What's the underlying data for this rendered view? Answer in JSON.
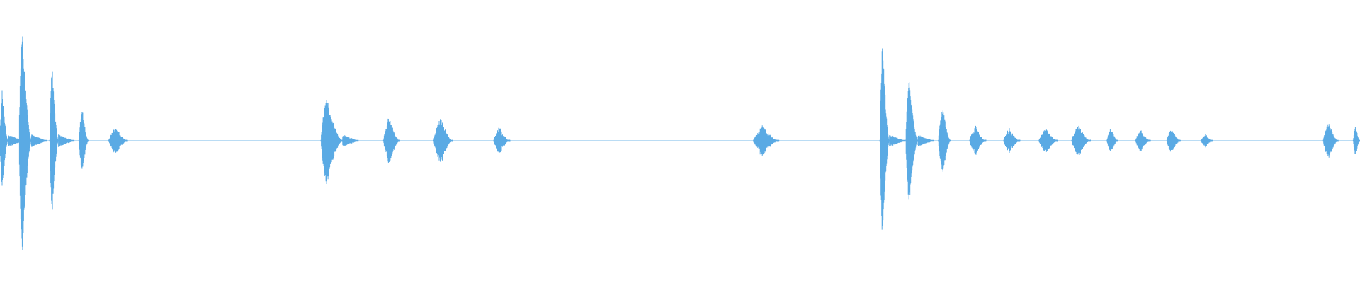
{
  "waveform": {
    "color": "#5aaae4",
    "background": "#ffffff",
    "segments": [
      {
        "start": 0.0,
        "end": 0.006,
        "peak": 0.41,
        "noise": 0.1
      },
      {
        "start": 0.014,
        "end": 0.023,
        "peak": 0.98,
        "noise": 0.1
      },
      {
        "start": 0.0365,
        "end": 0.043,
        "peak": 0.63,
        "noise": 0.1
      },
      {
        "start": 0.058,
        "end": 0.065,
        "peak": 0.26,
        "noise": 0.12
      },
      {
        "start": 0.08,
        "end": 0.094,
        "peak": 0.1,
        "noise": 0.28
      },
      {
        "start": 0.236,
        "end": 0.252,
        "peak": 0.35,
        "noise": 0.12
      },
      {
        "start": 0.282,
        "end": 0.294,
        "peak": 0.18,
        "noise": 0.2
      },
      {
        "start": 0.319,
        "end": 0.333,
        "peak": 0.18,
        "noise": 0.2
      },
      {
        "start": 0.363,
        "end": 0.375,
        "peak": 0.1,
        "noise": 0.3
      },
      {
        "start": 0.554,
        "end": 0.573,
        "peak": 0.11,
        "noise": 0.3
      },
      {
        "start": 0.647,
        "end": 0.654,
        "peak": 0.85,
        "noise": 0.08
      },
      {
        "start": 0.666,
        "end": 0.675,
        "peak": 0.52,
        "noise": 0.1
      },
      {
        "start": 0.69,
        "end": 0.699,
        "peak": 0.27,
        "noise": 0.12
      },
      {
        "start": 0.713,
        "end": 0.725,
        "peak": 0.11,
        "noise": 0.3
      },
      {
        "start": 0.738,
        "end": 0.75,
        "peak": 0.09,
        "noise": 0.32
      },
      {
        "start": 0.764,
        "end": 0.778,
        "peak": 0.09,
        "noise": 0.32
      },
      {
        "start": 0.788,
        "end": 0.802,
        "peak": 0.11,
        "noise": 0.3
      },
      {
        "start": 0.814,
        "end": 0.822,
        "peak": 0.09,
        "noise": 0.3
      },
      {
        "start": 0.835,
        "end": 0.846,
        "peak": 0.08,
        "noise": 0.32
      },
      {
        "start": 0.858,
        "end": 0.868,
        "peak": 0.09,
        "noise": 0.3
      },
      {
        "start": 0.883,
        "end": 0.892,
        "peak": 0.05,
        "noise": 0.35
      },
      {
        "start": 0.973,
        "end": 0.984,
        "peak": 0.14,
        "noise": 0.25
      },
      {
        "start": 0.995,
        "end": 1.0,
        "peak": 0.12,
        "noise": 0.25
      }
    ]
  }
}
